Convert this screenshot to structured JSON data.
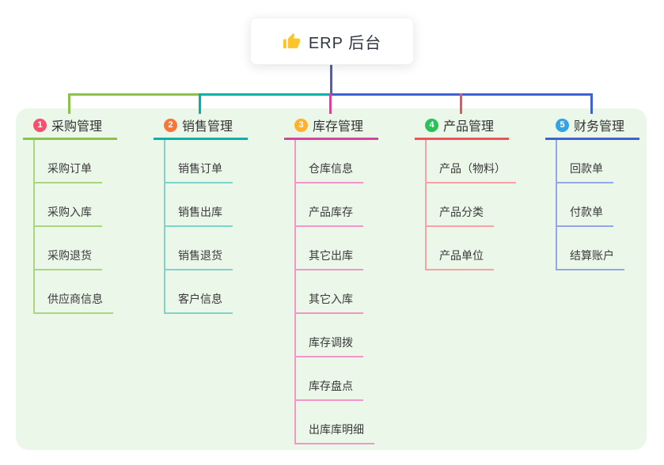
{
  "root": {
    "label": "ERP 后台",
    "icon": "thumbs-up-icon"
  },
  "colors": {
    "canvas_bg": "#ffffff",
    "panel_bg": "#ebf7e9",
    "stem": "#4d5cd1",
    "title_text": "#333333",
    "child_text": "#3a3a3a",
    "thumb_icon": "#fdc42c"
  },
  "branches": [
    {
      "badge": "1",
      "label": "采购管理",
      "badge_color": "#f4516c",
      "line_color": "#8ac24a",
      "child_line_color": "#aad67f",
      "children": [
        "采购订单",
        "采购入库",
        "采购退货",
        "供应商信息"
      ]
    },
    {
      "badge": "2",
      "label": "销售管理",
      "badge_color": "#f87637",
      "line_color": "#00b3aa",
      "child_line_color": "#7ed3cc",
      "children": [
        "销售订单",
        "销售出库",
        "销售退货",
        "客户信息"
      ]
    },
    {
      "badge": "3",
      "label": "库存管理",
      "badge_color": "#ffb12b",
      "line_color": "#d8439f",
      "child_line_color": "#f096c9",
      "children": [
        "仓库信息",
        "产品库存",
        "其它出库",
        "其它入库",
        "库存调拨",
        "库存盘点",
        "出库库明细"
      ]
    },
    {
      "badge": "4",
      "label": "产品管理",
      "badge_color": "#2cc158",
      "line_color": "#f25158",
      "child_line_color": "#f8a2a6",
      "children": [
        "产品（物料）",
        "产品分类",
        "产品单位"
      ]
    },
    {
      "badge": "5",
      "label": "财务管理",
      "badge_color": "#32a4e5",
      "line_color": "#3d62d3",
      "child_line_color": "#92a7e6",
      "children": [
        "回款单",
        "付款单",
        "结算账户"
      ]
    }
  ]
}
